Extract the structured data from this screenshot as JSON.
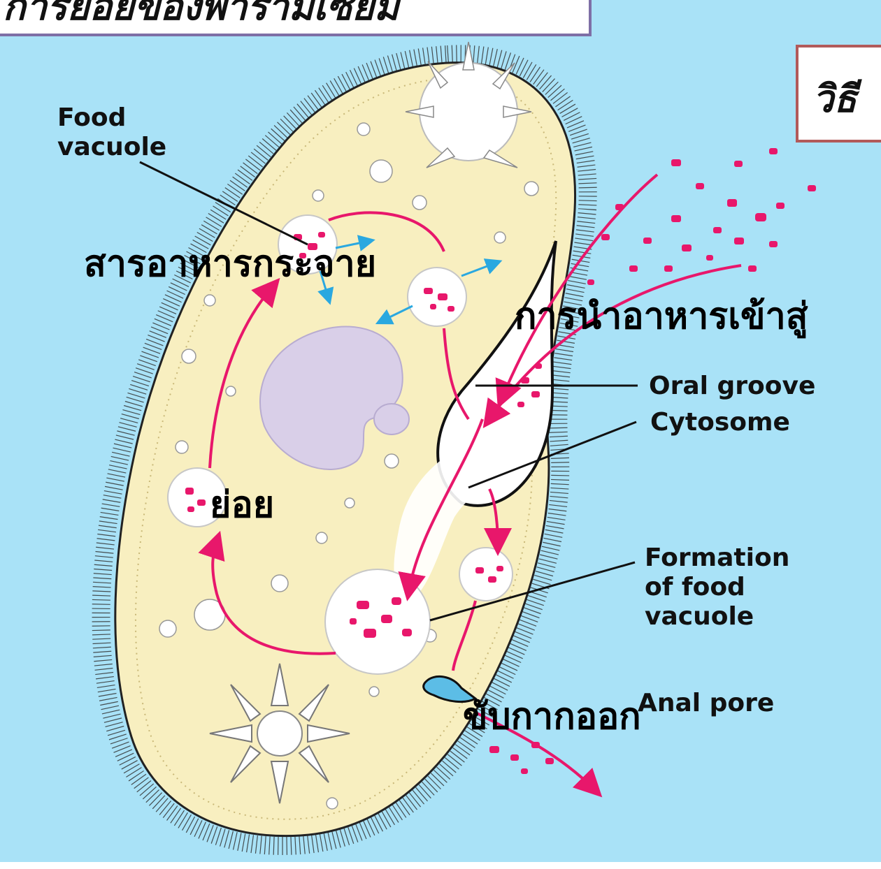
{
  "title_box": {
    "text": "การย่อยของพารามีเซียม"
  },
  "method_box": {
    "text": "วิธี"
  },
  "english_labels": {
    "food_vacuole": "Food\nvacuole",
    "oral_groove": "Oral groove",
    "cytosome": "Cytosome",
    "formation": "Formation\nof food\nvacuole",
    "anal_pore": "Anal pore"
  },
  "thai_labels": {
    "diffuse": "สารอาหารกระจาย",
    "intake": "การนำอาหารเข้าสู่",
    "digest": "ย่อย",
    "excrete": "ขับกากออก"
  },
  "colors": {
    "background": "#a9e2f7",
    "cell": "#f8efc0",
    "food": "#e8176b",
    "arrow": "#e8176b",
    "diffusion_arrow": "#2aa8e0",
    "nucleus": "#d9cfe8"
  }
}
